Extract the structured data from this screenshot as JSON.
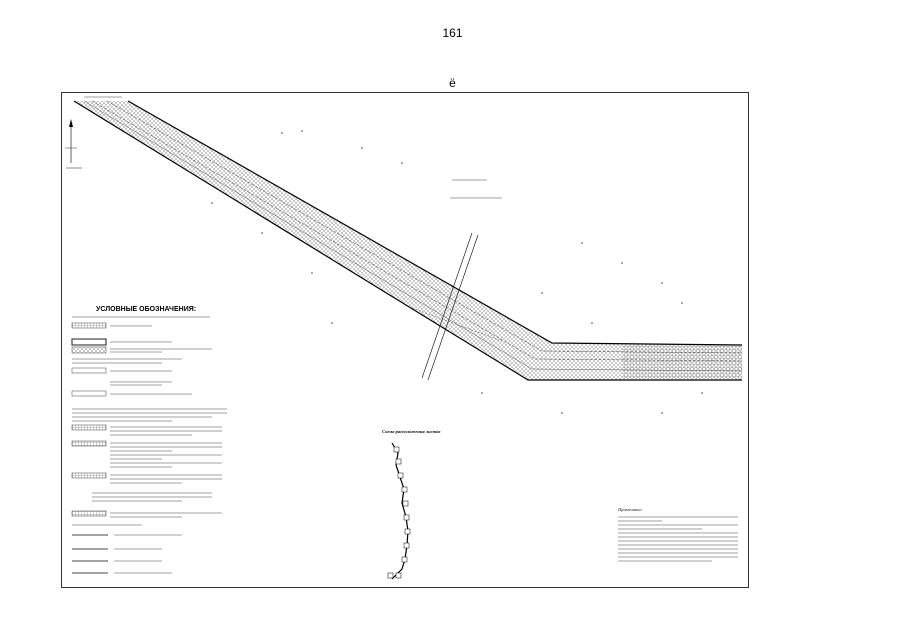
{
  "page": {
    "number": "161",
    "letter": "ё"
  },
  "drawing": {
    "legend_title": "УСЛОВНЫЕ ОБОЗНАЧЕНИЯ:",
    "scheme_title": "Схема расположения листов",
    "notes_title": "Примечание:"
  },
  "colors": {
    "ink": "#000000",
    "hatch": "#555555",
    "sheet_border": "#333333"
  }
}
